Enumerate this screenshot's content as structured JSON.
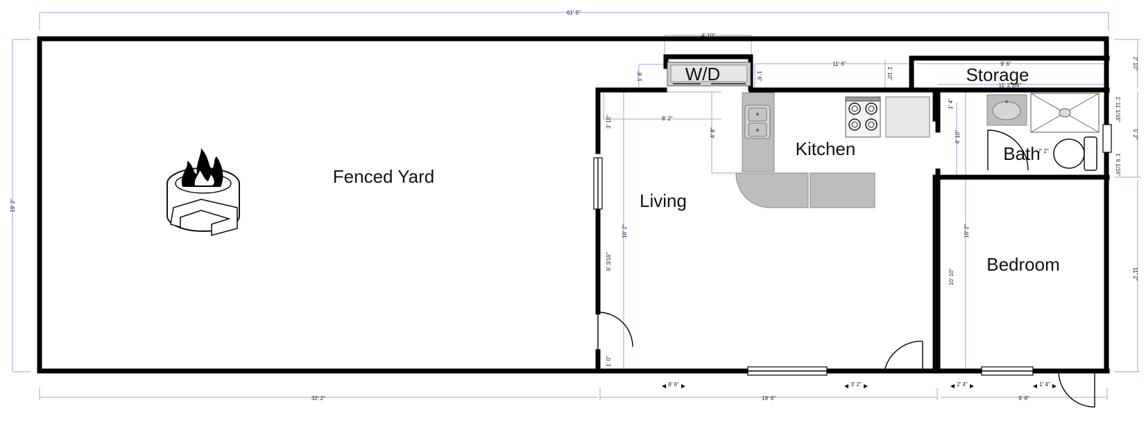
{
  "rooms": {
    "fenced_yard": "Fenced Yard",
    "living": "Living",
    "kitchen": "Kitchen",
    "bath": "Bath",
    "storage": "Storage",
    "bedroom": "Bedroom",
    "wd": "W/D"
  },
  "dimensions": {
    "overall_width": "61' 6\"",
    "overall_height": "19' 2\"",
    "right_top": "2' 10\"",
    "right_bath": "5' 2\"",
    "right_bedroom": "11' 2\"",
    "yard_width": "32' 2\"",
    "living_width": "19' 6\"",
    "bedroom_width": "9' 6\"",
    "wd_width": "4' 10\"",
    "wd_depth": "1' 8\"",
    "wd_gap": "1' 6\"",
    "living_to_storage": "11' 6\"",
    "storage_wall": "1' 10\"",
    "storage_width": "9' 6\"",
    "storage_inner": "11' 2 1/4\"",
    "living_top": "8' 2\"",
    "living_left_top": "3' 10\"",
    "living_left_mid": "6' 3/16\"",
    "living_left_bottom": "1' 0\"",
    "living_height": "16' 2\"",
    "kitchen_sink": "4' 8\"",
    "kitchen_wall_top": "1' 4\"",
    "kitchen_wall_mid": "4' 10\"",
    "bedroom_height": "16' 2\"",
    "bedroom_door_offset": "10' 10\"",
    "bath_width": "7' 2\"",
    "bath_right_top": "1' 11 1/16\"",
    "bath_right_bottom": "1' 9 1/16\"",
    "bottom_living_left": "8' 6\"",
    "bottom_living_right": "3' 2\"",
    "bottom_bedroom_left": "2' 4\"",
    "bottom_bedroom_right": "1' 4\""
  },
  "icons": [
    "fire-pit-icon",
    "sink-icon",
    "stove-icon",
    "shower-icon",
    "toilet-icon",
    "washer-dryer-icon"
  ]
}
